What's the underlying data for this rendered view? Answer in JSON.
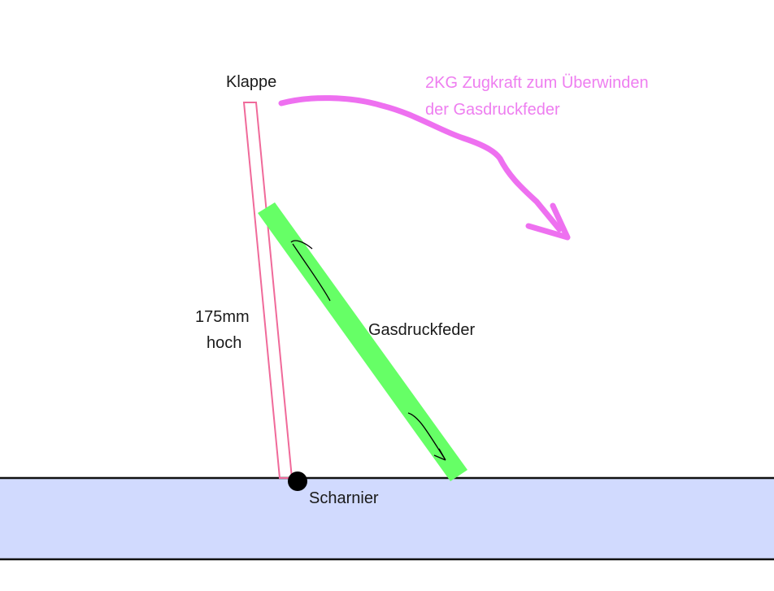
{
  "labels": {
    "flap": "Klappe",
    "height_line1": "175mm",
    "height_line2": "hoch",
    "gas_spring": "Gasdruckfeder",
    "hinge": "Scharnier",
    "force_line1": "2KG Zugkraft zum Überwinden",
    "force_line2": "der Gasdruckfeder"
  },
  "colors": {
    "flap_outline": "#f06a9a",
    "gas_spring_fill": "#66ff66",
    "force_arrow": "#ee70f0",
    "base_fill": "#d1dafe",
    "hinge": "#000000"
  }
}
